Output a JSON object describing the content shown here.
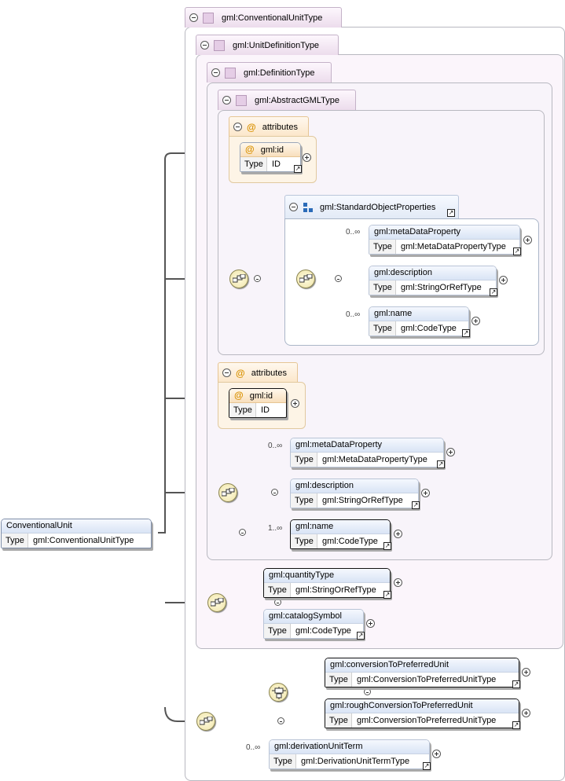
{
  "root": {
    "name": "ConventionalUnit",
    "type_label": "Type",
    "type_value": "gml:ConventionalUnitType"
  },
  "types": {
    "conventional": "gml:ConventionalUnitType",
    "unit_definition": "gml:UnitDefinitionType",
    "definition": "gml:DefinitionType",
    "abstract_gml": "gml:AbstractGMLType"
  },
  "attributes_label": "attributes",
  "type_label": "Type",
  "gml_id": {
    "name": "gml:id",
    "type": "ID"
  },
  "group_name": "gml:StandardObjectProperties",
  "std_props": [
    {
      "name": "gml:metaDataProperty",
      "type": "gml:MetaDataPropertyType",
      "card": "0..∞"
    },
    {
      "name": "gml:description",
      "type": "gml:StringOrRefType",
      "card": ""
    },
    {
      "name": "gml:name",
      "type": "gml:CodeType",
      "card": "0..∞"
    }
  ],
  "def_props": [
    {
      "name": "gml:metaDataProperty",
      "type": "gml:MetaDataPropertyType",
      "card": "0..∞"
    },
    {
      "name": "gml:description",
      "type": "gml:StringOrRefType",
      "card": ""
    },
    {
      "name": "gml:name",
      "type": "gml:CodeType",
      "card": "1..∞"
    }
  ],
  "unit_props": [
    {
      "name": "gml:quantityType",
      "type": "gml:StringOrRefType"
    },
    {
      "name": "gml:catalogSymbol",
      "type": "gml:CodeType"
    }
  ],
  "conv_props": [
    {
      "name": "gml:conversionToPreferredUnit",
      "type": "gml:ConversionToPreferredUnitType"
    },
    {
      "name": "gml:roughConversionToPreferredUnit",
      "type": "gml:ConversionToPreferredUnitType"
    },
    {
      "name": "gml:derivationUnitTerm",
      "type": "gml:DerivationUnitTermType",
      "card": "0..∞"
    }
  ]
}
